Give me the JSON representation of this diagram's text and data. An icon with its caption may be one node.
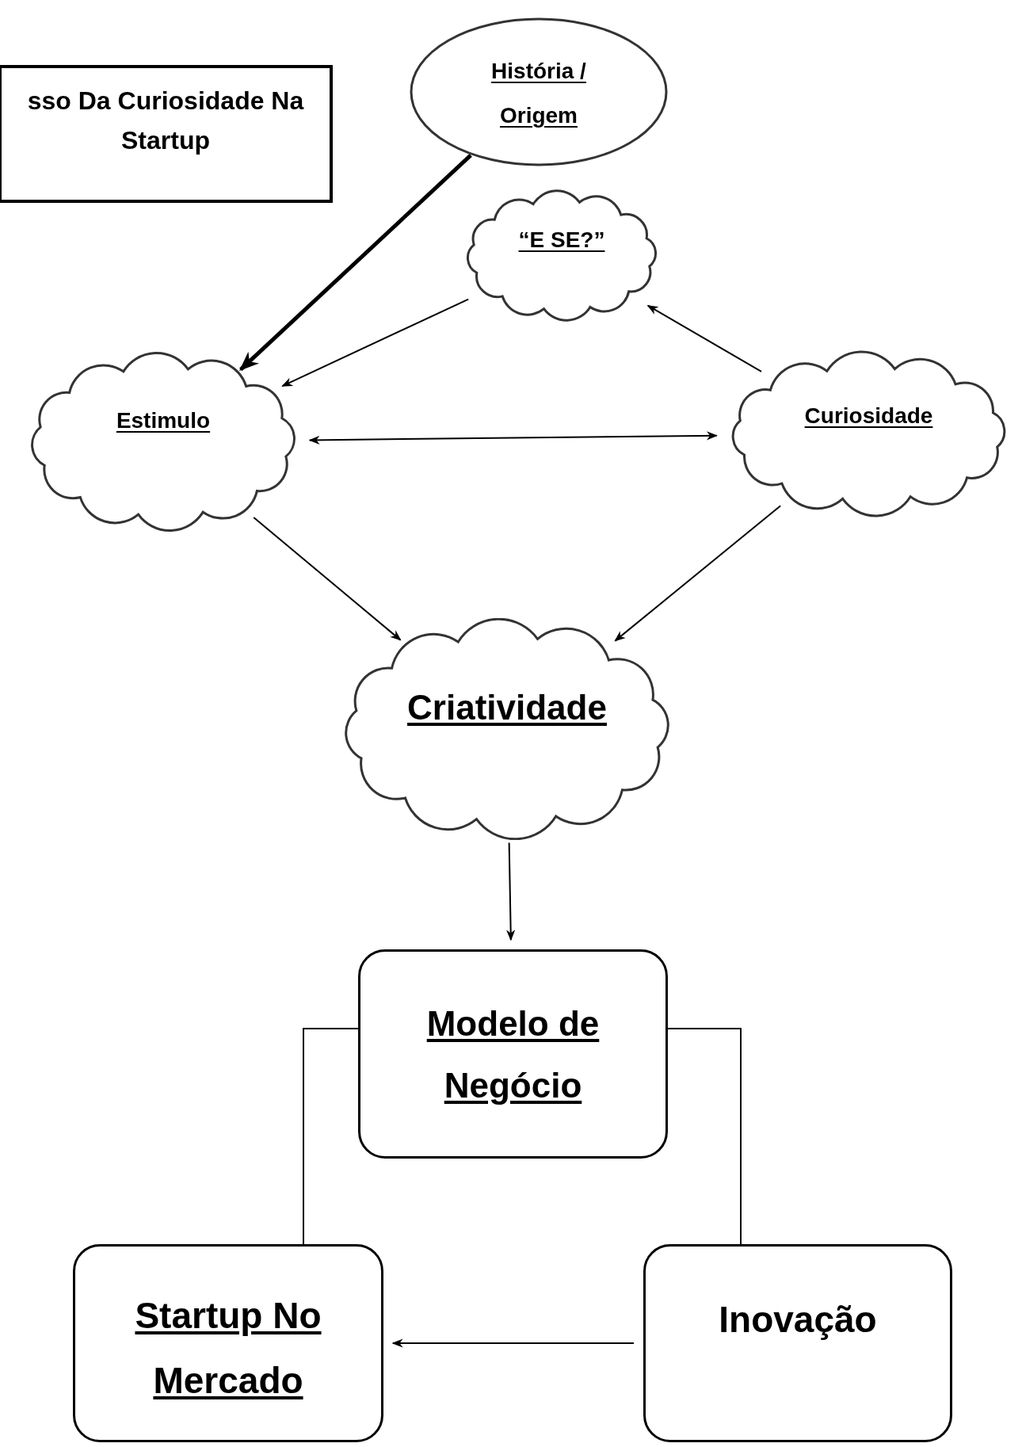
{
  "diagram": {
    "nodes": [
      {
        "text": [
          "sso Da Curiosidade Na Startup"
        ]
      },
      {
        "text": [
          "História / Origem"
        ]
      },
      {
        "text": [
          "“E SE?”"
        ]
      },
      {
        "text": [
          "Estimulo"
        ]
      },
      {
        "text": [
          "Curiosidade"
        ]
      },
      {
        "text": [
          "Criatividade"
        ]
      },
      {
        "text": [
          "Modelo de Negócio"
        ]
      },
      {
        "text": [
          "Startup No Mercado"
        ]
      },
      {
        "text": [
          "Inovação"
        ]
      }
    ],
    "edges": [
      {
        "from": 1,
        "to": 3,
        "arrow": "to",
        "style": "thick"
      },
      {
        "from": 2,
        "to": 3,
        "arrow": "to"
      },
      {
        "from": 4,
        "to": 2,
        "arrow": "to"
      },
      {
        "from": 3,
        "to": 4,
        "arrow": "both"
      },
      {
        "from": 3,
        "to": 5,
        "arrow": "to"
      },
      {
        "from": 4,
        "to": 5,
        "arrow": "to"
      },
      {
        "from": 5,
        "to": 6,
        "arrow": "to"
      },
      {
        "from": 6,
        "to": 7,
        "arrow": "none"
      },
      {
        "from": 6,
        "to": 8,
        "arrow": "none"
      },
      {
        "from": 8,
        "to": 7,
        "arrow": "to"
      }
    ]
  }
}
